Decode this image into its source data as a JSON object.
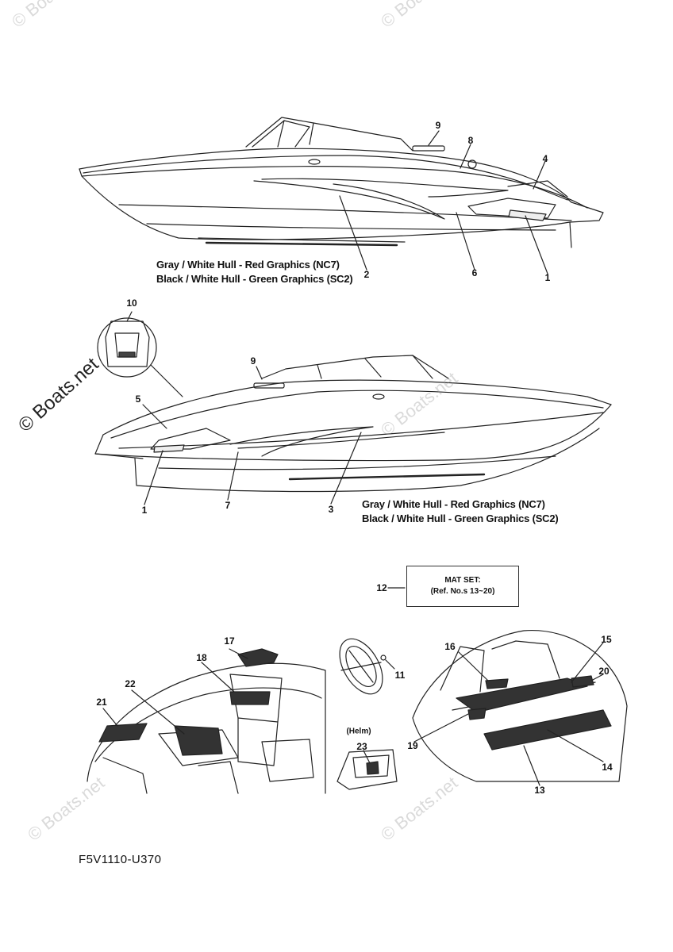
{
  "diagram": {
    "captions": {
      "top_line1": "Gray / White Hull - Red Graphics (NC7)",
      "top_line2": "Black / White Hull - Green Graphics (SC2)",
      "mid_line1": "Gray / White Hull - Red Graphics (NC7)",
      "mid_line2": "Black / White Hull - Green Graphics (SC2)"
    },
    "callouts": {
      "top_1": "1",
      "top_2": "2",
      "top_4": "4",
      "top_6": "6",
      "top_8": "8",
      "top_9": "9",
      "mid_1": "1",
      "mid_3": "3",
      "mid_5": "5",
      "mid_7": "7",
      "mid_9": "9",
      "mid_10": "10",
      "c11": "11",
      "c12": "12",
      "c13": "13",
      "c14": "14",
      "c15": "15",
      "c16": "16",
      "c17": "17",
      "c18": "18",
      "c19": "19",
      "c20": "20",
      "c21": "21",
      "c22": "22",
      "c23": "23"
    },
    "mat_set": {
      "line1": "MAT SET:",
      "line2": "(Ref. No.s 13~20)"
    },
    "helm_label": "(Helm)",
    "part_code": "F5V1110-U370",
    "watermark": "© Boats.net"
  }
}
